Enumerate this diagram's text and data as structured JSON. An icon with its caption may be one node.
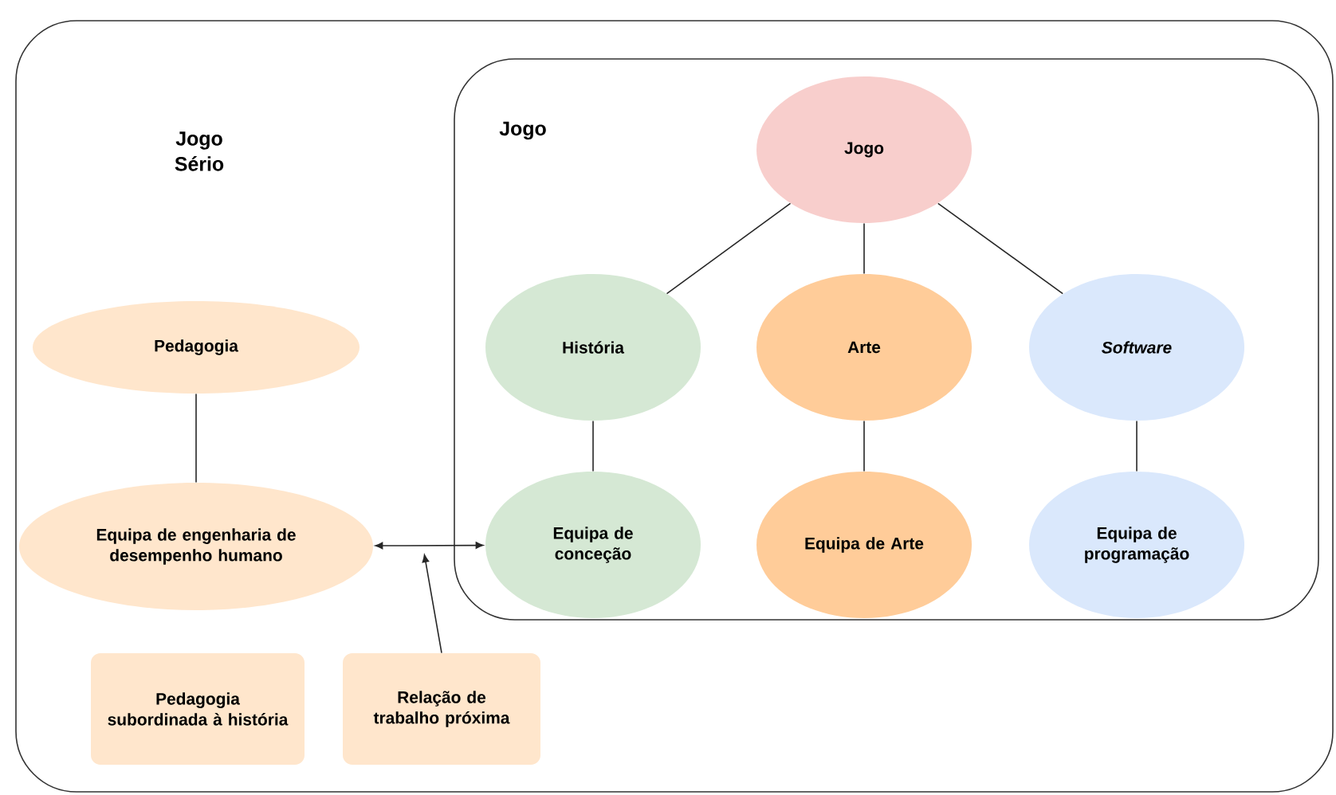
{
  "diagram": {
    "nodes": [
      {
        "text": [
          "Jogo Sério"
        ]
      },
      {
        "text": [
          "Jogo"
        ],
        "in": 0
      },
      {
        "text": [
          "Jogo"
        ],
        "in": 1
      },
      {
        "text": [
          "História"
        ],
        "in": 1
      },
      {
        "text": [
          "Arte"
        ],
        "in": 1
      },
      {
        "text": [
          "Software"
        ],
        "in": 1
      },
      {
        "text": [
          "Pedagogia"
        ],
        "in": 0
      },
      {
        "text": [
          "Equipa de engenharia de desempenho humano"
        ],
        "in": 0
      },
      {
        "text": [
          "Equipa de conceção"
        ],
        "in": 1
      },
      {
        "text": [
          "Equipa de Arte"
        ],
        "in": 1
      },
      {
        "text": [
          "Equipa de programação"
        ],
        "in": 1
      },
      {
        "text": [
          "Pedagogia subordinada à história"
        ],
        "in": 0
      },
      {
        "text": [
          "Relação de trabalho próxima"
        ],
        "in": 0
      }
    ],
    "edges": [
      {
        "from": 2,
        "to": 3,
        "arrow": "none"
      },
      {
        "from": 2,
        "to": 4,
        "arrow": "none"
      },
      {
        "from": 2,
        "to": 5,
        "arrow": "none"
      },
      {
        "from": 3,
        "to": 8,
        "arrow": "none"
      },
      {
        "from": 4,
        "to": 9,
        "arrow": "none"
      },
      {
        "from": 5,
        "to": 10,
        "arrow": "none"
      },
      {
        "from": 6,
        "to": 7,
        "arrow": "none"
      },
      {
        "from": 7,
        "to": 8,
        "arrow": "both"
      },
      {
        "from": 12,
        "to": null,
        "arrow": "to"
      }
    ]
  }
}
